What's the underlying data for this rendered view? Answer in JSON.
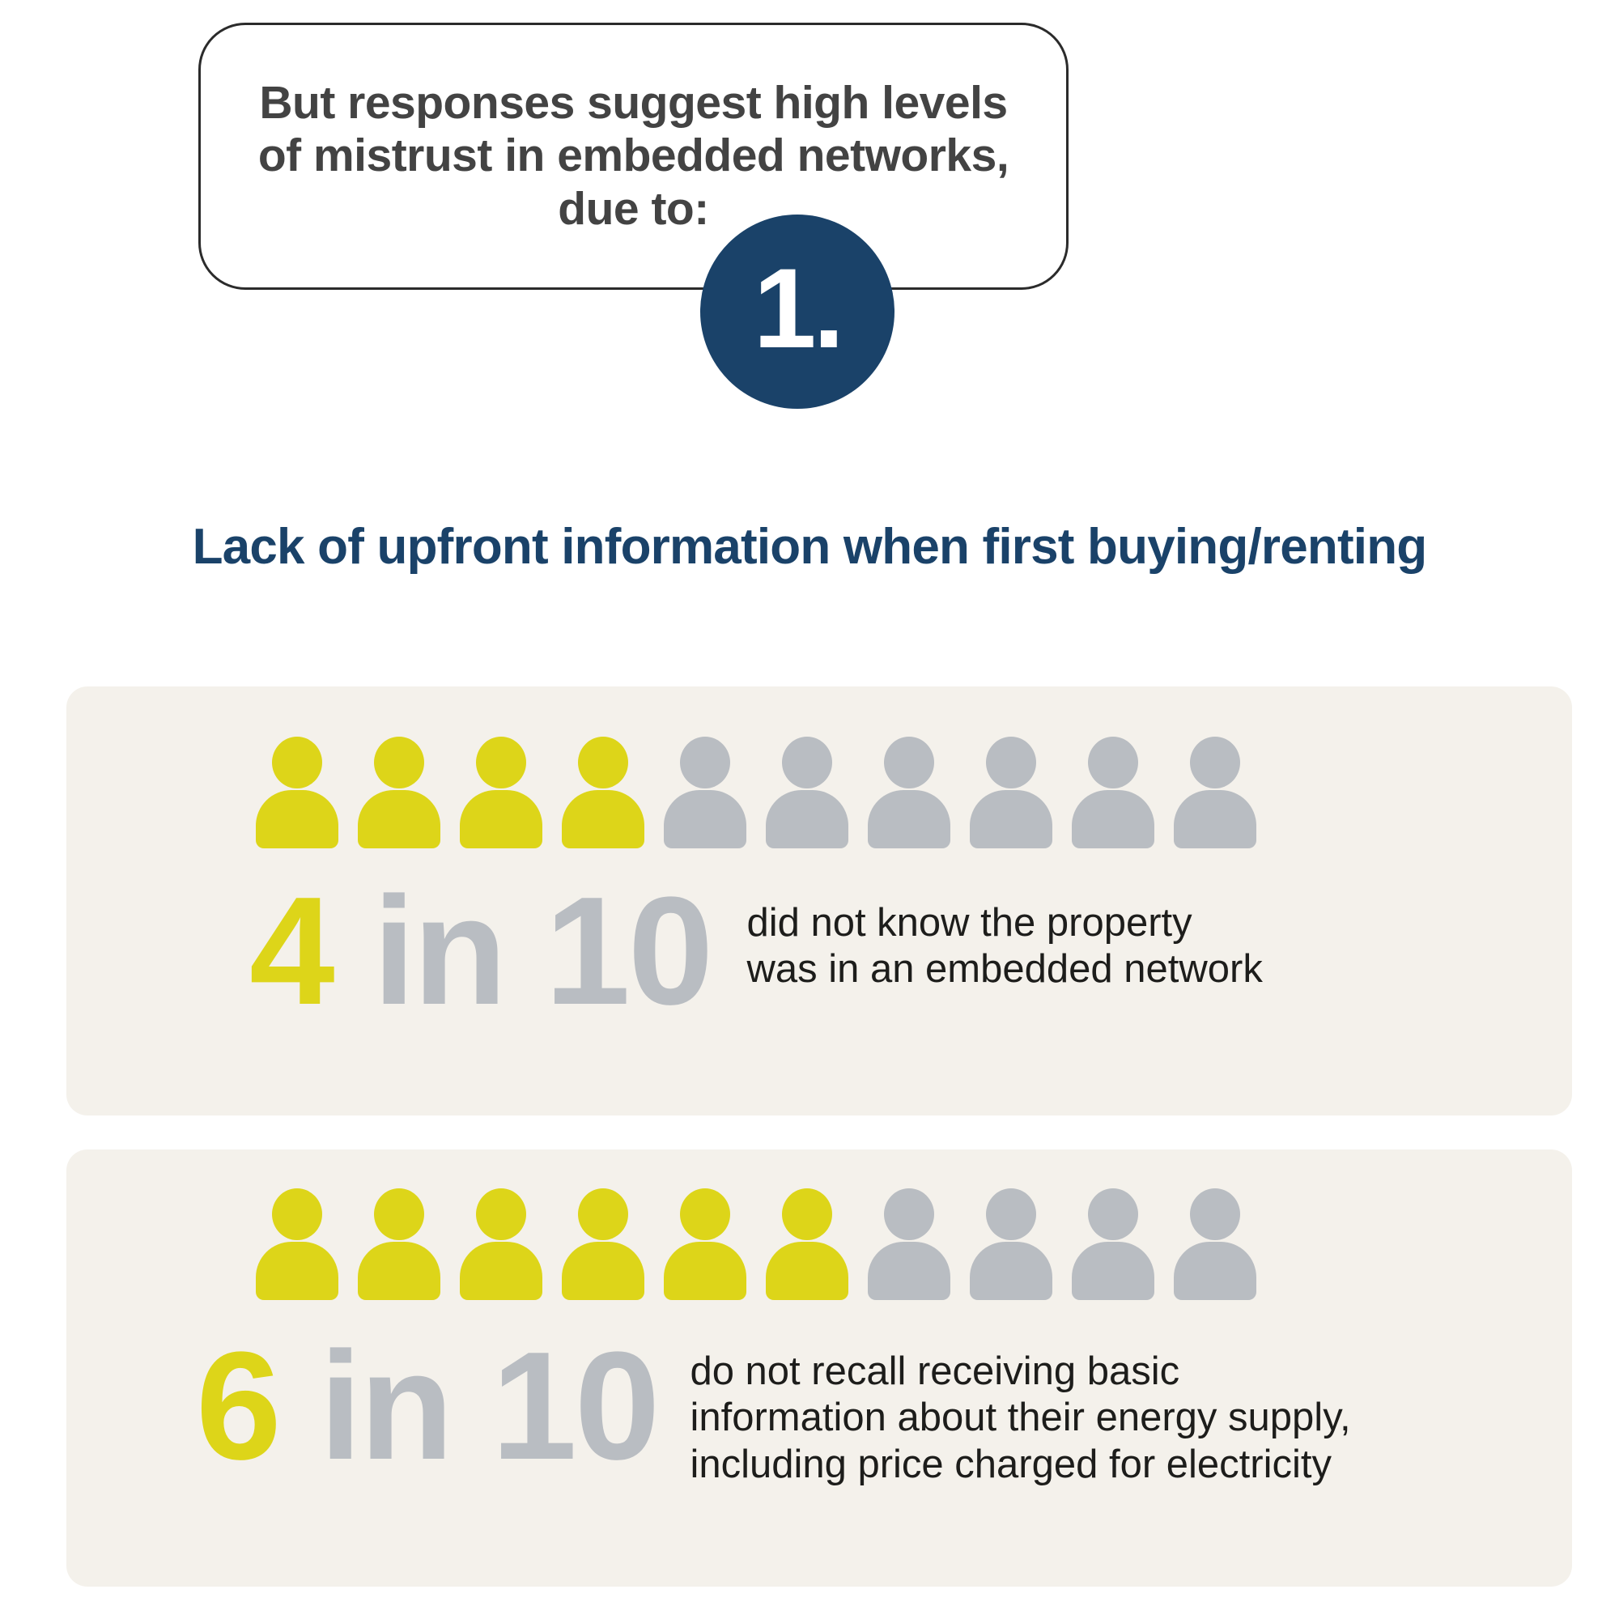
{
  "bubble": {
    "text": "But responses suggest high levels of mistrust in embedded networks, due to:"
  },
  "step": {
    "number_label": "1."
  },
  "headline": {
    "text": "Lack of upfront information when first buying/renting"
  },
  "colors": {
    "navy": "#1a4269",
    "yellow": "#ddd519",
    "grey": "#b9bdc2",
    "card_background": "#f4f1eb",
    "bubble_text": "#434343",
    "body_text": "#1d1d1b"
  },
  "chart_data": {
    "type": "pictogram",
    "title": "Lack of upfront information when first buying/renting",
    "unit_total": 10,
    "icon": "person-icon",
    "filled_color": "#ddd519",
    "empty_color": "#b9bdc2",
    "series": [
      {
        "name": "did not know the property was in an embedded network",
        "value": 4,
        "total": 10,
        "stat_number": "4",
        "stat_rest": " in 10",
        "description": "did not know the property\nwas in an embedded network"
      },
      {
        "name": "do not recall receiving basic information about their energy supply, including price charged for electricity",
        "value": 6,
        "total": 10,
        "stat_number": "6",
        "stat_rest": " in 10",
        "description": "do not recall receiving basic\ninformation about their energy supply,\nincluding price charged for electricity"
      }
    ]
  }
}
